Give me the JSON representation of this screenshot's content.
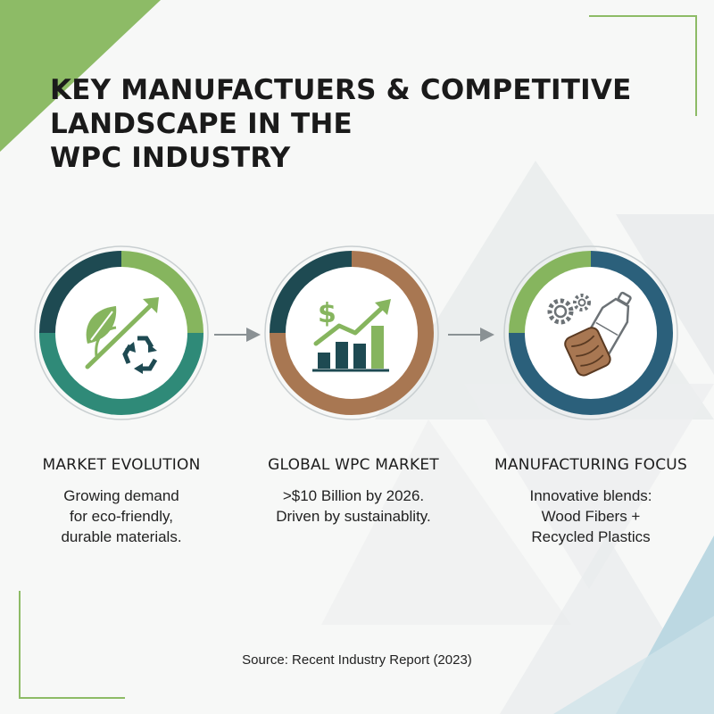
{
  "title": {
    "line1": "KEY MANUFACTUERS & COMPETITIVE",
    "line2": "LANDSCAPE IN THE",
    "line3": "WPC INDUSTRY"
  },
  "icons": [
    "leaf-icon",
    "growth-arrow-icon",
    "recycle-icon",
    "dollar-sign-icon",
    "bar-chart-icon",
    "gears-icon",
    "plastic-bottle-icon",
    "wood-log-icon",
    "arrow-right-icon"
  ],
  "colors": {
    "dark_teal": "#1e4a52",
    "light_green": "#86b55e",
    "mid_green": "#2f8a78",
    "brown": "#a87752",
    "steel_blue": "#2b607b",
    "corner_green": "#8dbb66"
  },
  "sections": [
    {
      "heading": "MARKET EVOLUTION",
      "lines": [
        "Growing demand",
        "for eco-friendly,",
        "durable materials."
      ]
    },
    {
      "heading": "GLOBAL WPC MARKET",
      "lines": [
        ">$10 Billion by 2026.",
        "Driven by sustainablity."
      ]
    },
    {
      "heading": "MANUFACTURING FOCUS",
      "lines": [
        "Innovative blends:",
        "Wood Fibers +",
        "Recycled Plastics"
      ]
    }
  ],
  "source": "Source: Recent Industry Report (2023)"
}
